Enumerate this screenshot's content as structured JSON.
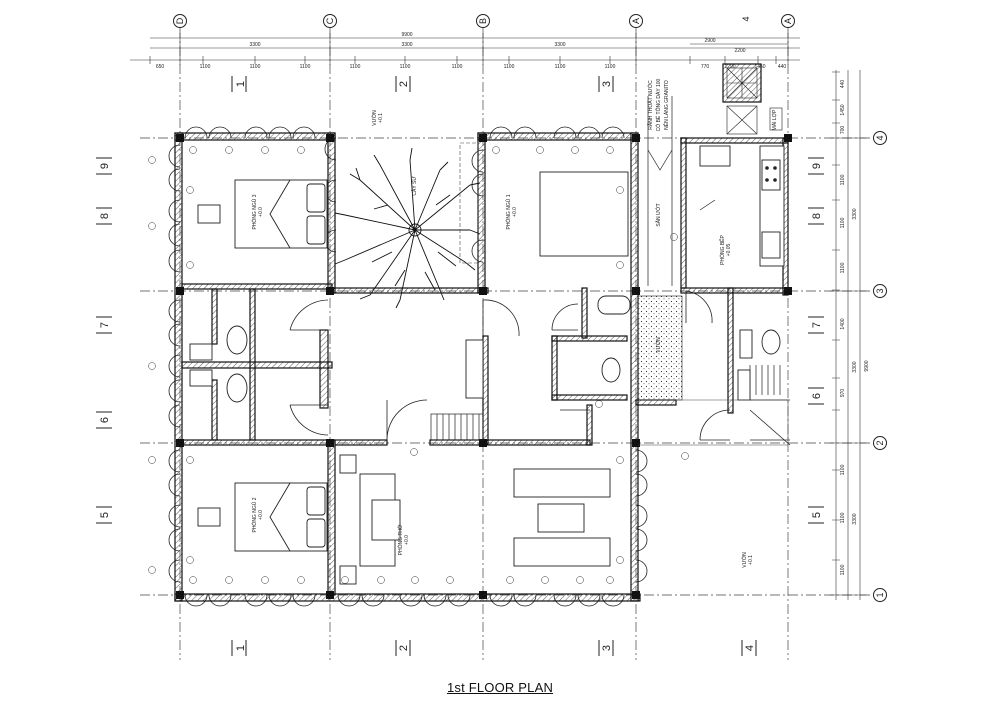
{
  "title": "1st FLOOR PLAN",
  "grid_letters": [
    "D",
    "C",
    "B",
    "A",
    "A",
    "4"
  ],
  "grid_numbers_right": [
    "4",
    "3",
    "2",
    "1"
  ],
  "grid_numbers_bottom": [
    "1",
    "2",
    "3",
    "4"
  ],
  "grid_numbers_top": [
    "1",
    "2",
    "3"
  ],
  "section_marks_left": [
    "9",
    "8",
    "7",
    "6",
    "5"
  ],
  "section_marks_right": [
    "9",
    "8",
    "7",
    "6",
    "5"
  ],
  "dims_top_overall": "9900",
  "dims_top_row2": [
    "3300",
    "3300",
    "3300",
    "2900"
  ],
  "dims_top_row3": [
    "650",
    "1100",
    "1100",
    "1100",
    "1100",
    "1100",
    "1100",
    "1100",
    "1100",
    "1100",
    "770",
    "1290",
    "1450",
    "440"
  ],
  "dims_top_small": [
    "2200"
  ],
  "dims_right_overall": "9900",
  "dims_right_row2": [
    "3300",
    "3300",
    "3300"
  ],
  "dims_right_row3": [
    "440",
    "1450",
    "700",
    "1100",
    "1100",
    "1100",
    "970",
    "1400",
    "1100",
    "1100",
    "1100"
  ],
  "rooms": {
    "bedroom1": {
      "name": "PHÒNG NGỦ 3",
      "level": "+0.0"
    },
    "bedroom2": {
      "name": "PHÒNG NGỦ 2",
      "level": "+0.0"
    },
    "bedroom3": {
      "name": "PHÒNG NGỦ 1",
      "level": "+0.0"
    },
    "worship": {
      "name": "PHÒNG THỜ",
      "level": "+0.0"
    },
    "kitchen": {
      "name": "PHÒNG BẾP",
      "level": "+0.05"
    },
    "garden_top": {
      "name": "VƯỜN",
      "level": "+0.1"
    },
    "garden_right": {
      "name": "VƯỜN",
      "level": "+0.1"
    },
    "yard": {
      "name": "VƯỜN"
    },
    "wet": {
      "name": "SÂN ƯỚT"
    },
    "tree_label": "CÂY SỨ",
    "roof_note": "MÁI LỢP",
    "drain1": "RÃNH THOÁT NƯỚC",
    "drain2": "CÓ BỂ TÔNG DÀY 100",
    "drain3": "NÊN LÁNG GRANITO"
  }
}
